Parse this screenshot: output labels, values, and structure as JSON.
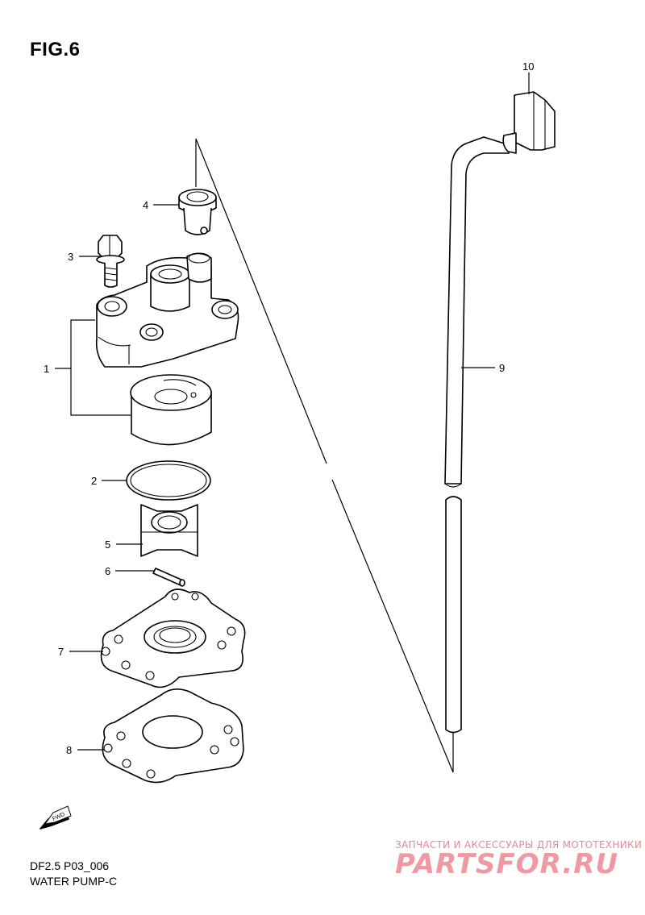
{
  "figure": {
    "title": "FIG.6"
  },
  "footer": {
    "model": "DF2.5 P03_006",
    "section": "WATER PUMP-C"
  },
  "fwd_label": "FWD",
  "callouts": [
    "1",
    "2",
    "3",
    "4",
    "5",
    "6",
    "7",
    "8",
    "9",
    "10"
  ],
  "watermark": {
    "subtitle": "ЗАПЧАСТИ И АКСЕССУАРЫ ДЛЯ МОТОТЕХНИКИ",
    "brand": "PARTSFOR.RU"
  }
}
